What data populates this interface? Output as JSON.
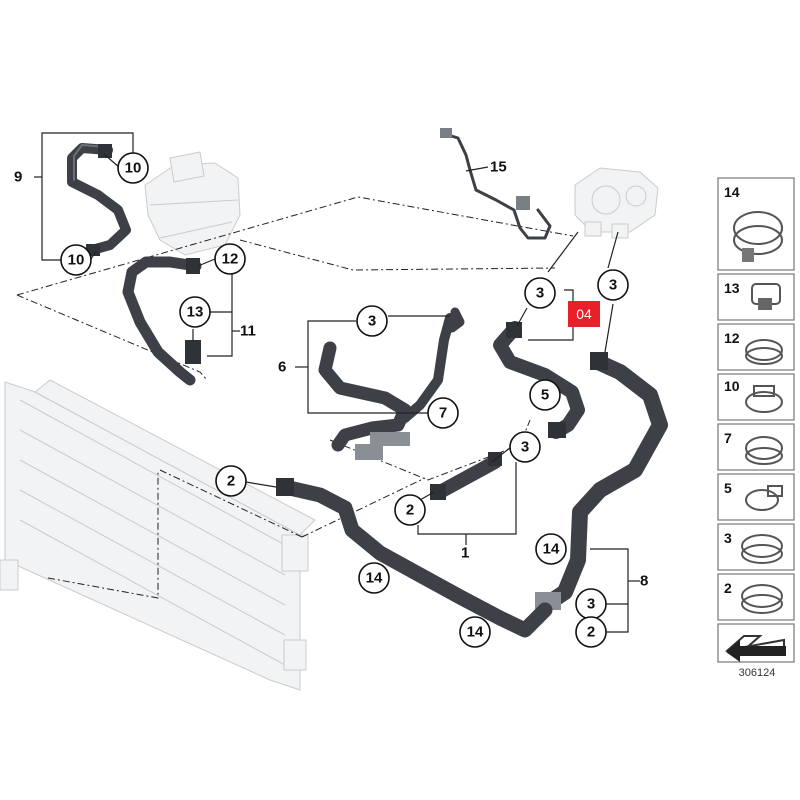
{
  "callouts": {
    "c10a": "10",
    "c10b": "10",
    "c12": "12",
    "c13": "13",
    "c3_hose6": "3",
    "c7": "7",
    "c3_top": "3",
    "c3_right": "3",
    "c5": "5",
    "c3_mid": "3",
    "c2_left": "2",
    "c2_mid": "2",
    "c14_left": "14",
    "c14_bottom": "14",
    "c14_right": "14",
    "c3_group8": "3",
    "c2_group8": "2"
  },
  "labels": {
    "l9": "9",
    "l11": "11",
    "l6": "6",
    "l15": "15",
    "l1": "1",
    "l8": "8"
  },
  "badge": {
    "text": "04",
    "color": "#e8202a"
  },
  "parts_legend": [
    {
      "num": "14"
    },
    {
      "num": "13"
    },
    {
      "num": "12"
    },
    {
      "num": "10"
    },
    {
      "num": "7"
    },
    {
      "num": "5"
    },
    {
      "num": "3"
    },
    {
      "num": "2"
    }
  ],
  "reference_number": "306124"
}
